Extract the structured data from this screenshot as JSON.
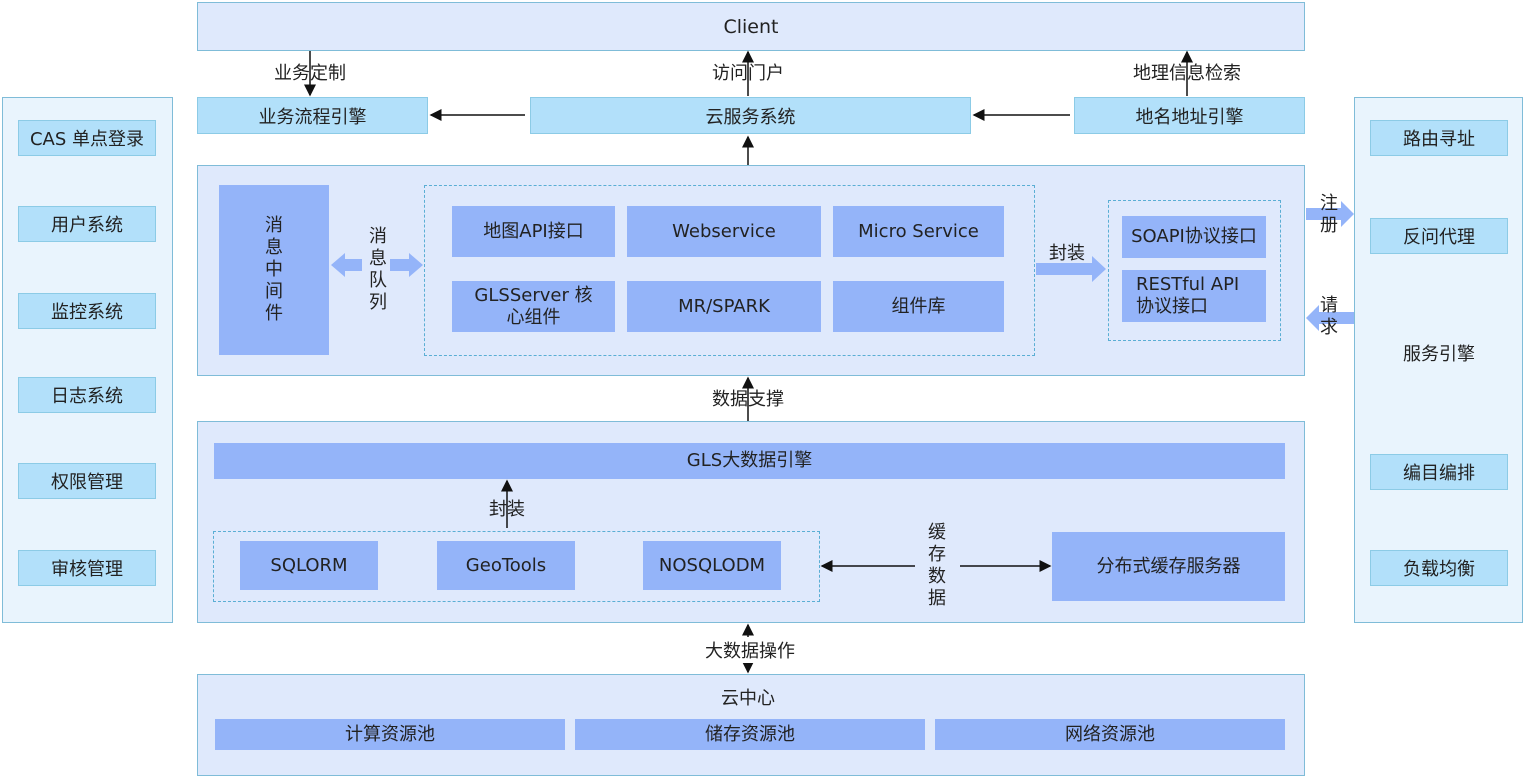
{
  "client": "Client",
  "top_labels": {
    "custom": "业务定制",
    "portal": "访问门户",
    "geo_search": "地理信息检索"
  },
  "row2": {
    "workflow": "业务流程引擎",
    "cloud_service": "云服务系统",
    "geocoding": "地名地址引擎"
  },
  "left_panel": [
    "CAS 单点登录",
    "用户系统",
    "监控系统",
    "日志系统",
    "权限管理",
    "审核管理"
  ],
  "right_panel": {
    "items": [
      "路由寻址",
      "反问代理",
      "编目编排",
      "负载均衡"
    ],
    "title": "服务引擎"
  },
  "service_layer": {
    "middleware": "消息中间件",
    "queue": "消息队列",
    "components": [
      "地图API接口",
      "Webservice",
      "Micro Service",
      "GLSServer 核心组件",
      "MR/SPARK",
      "组件库"
    ],
    "wrap": "封装",
    "protocols": [
      "SOAPI协议接口",
      "RESTful API 协议接口"
    ],
    "register": "注册",
    "request": "请求"
  },
  "data_support": "数据支撑",
  "data_layer": {
    "engine": "GLS大数据引擎",
    "wrap": "封装",
    "items": [
      "SQLORM",
      "GeoTools",
      "NOSQLODM"
    ],
    "cache_data": "缓存数据",
    "cache_server": "分布式缓存服务器"
  },
  "big_data_op": "大数据操作",
  "cloud_center": {
    "title": "云中心",
    "pools": [
      "计算资源池",
      "储存资源池",
      "网络资源池"
    ]
  },
  "colors": {
    "panel": "#dfe9fc",
    "box": "#94b4f9",
    "side_item": "#b2e0fa",
    "border": "#7fbcd8"
  }
}
